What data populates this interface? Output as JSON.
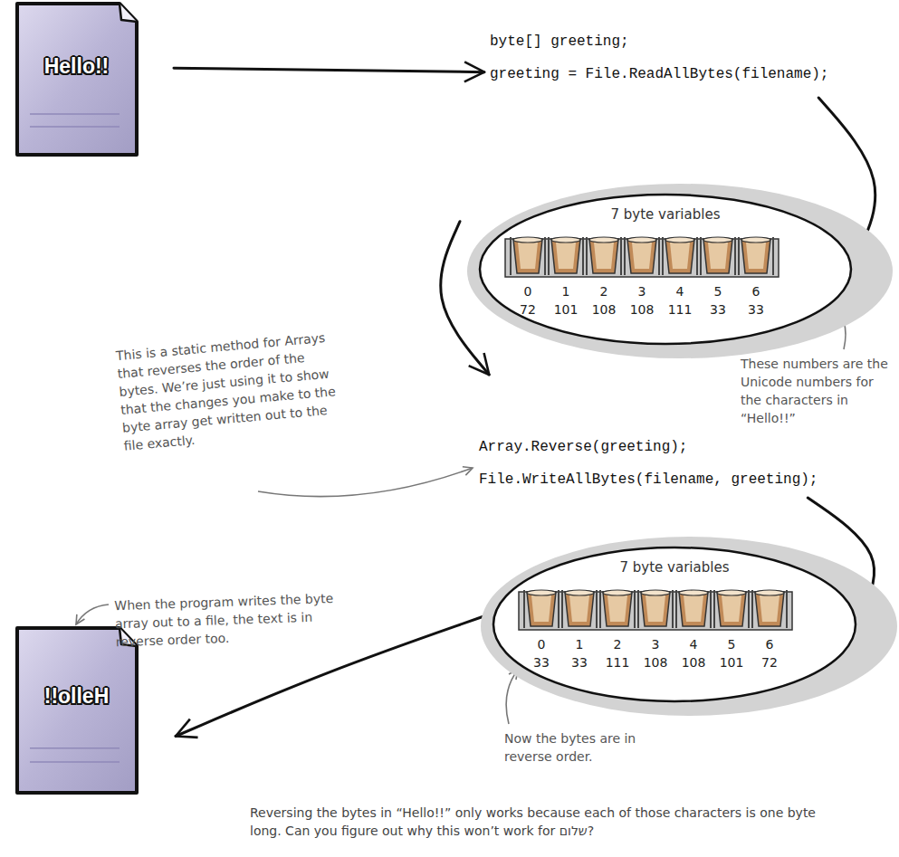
{
  "diagram": {
    "caption": "Reversing the bytes in “Hello!!” only works because each of those characters is one byte long. Can you figure out why this won’t work for שלום?",
    "nodes": [
      {
        "text": [
          "Hello!!"
        ]
      },
      {
        "text": [
          "byte[] greeting;",
          "greeting = File.ReadAllBytes(filename);"
        ]
      },
      {
        "text": [
          "7 byte variables",
          "0",
          "1",
          "2",
          "3",
          "4",
          "5",
          "6",
          "72",
          "101",
          "108",
          "108",
          "111",
          "33",
          "33"
        ]
      },
      {
        "text": [
          "Array.Reverse(greeting);",
          "File.WriteAllBytes(filename, greeting);"
        ]
      },
      {
        "text": [
          "7 byte variables",
          "0",
          "1",
          "2",
          "3",
          "4",
          "5",
          "6",
          "33",
          "33",
          "111",
          "108",
          "108",
          "101",
          "72"
        ]
      },
      {
        "text": [
          "!!olleH"
        ]
      }
    ],
    "edges": [
      {
        "from": 0,
        "to": 1,
        "arrow": "to"
      },
      {
        "from": 1,
        "to": 2,
        "arrow": "to"
      },
      {
        "from": 2,
        "to": 3,
        "arrow": "to"
      },
      {
        "from": 3,
        "to": 4,
        "arrow": "to"
      },
      {
        "from": 4,
        "to": 5,
        "arrow": "to"
      }
    ],
    "labels": [
      "This is a static method for Arrays that reverses the order of the bytes. We’re just using it to show that the changes you make to the byte array get written out to the file exactly.",
      "These numbers are the Unicode numbers for the characters in “Hello!!”",
      "When the program writes the byte array out to a file, the text is in reverse order too.",
      "Now the bytes are in reverse order."
    ]
  }
}
